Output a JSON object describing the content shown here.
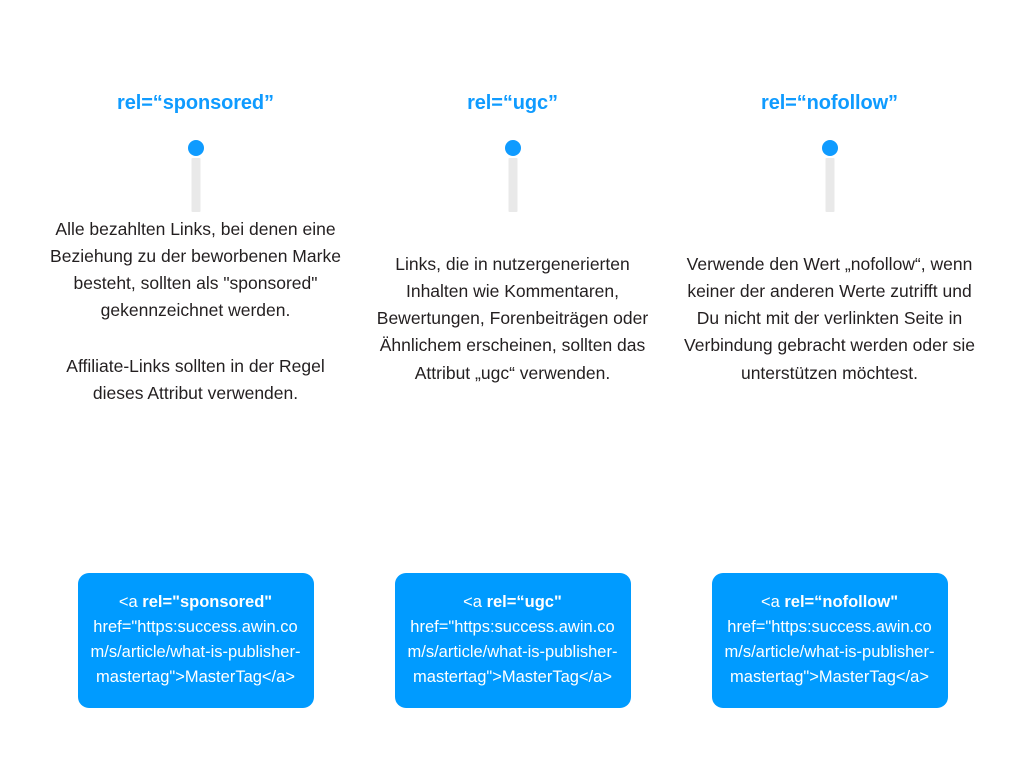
{
  "meta": {
    "topic": "HTML rel attribute values for links",
    "language": "de",
    "background_color": "#FFFFFF",
    "accent_color": "#0F9BFF",
    "box_color": "#009BFF",
    "line_color": "#E9E9E9",
    "text_color": "#231F20"
  },
  "columns": [
    {
      "id": "sponsored",
      "heading": "rel=“sponsored”",
      "paragraphs": [
        "Alle bezahlten Links, bei denen eine Beziehung zu der beworbenen Marke besteht, sollten als \"sponsored\" gekennzeichnet werden.",
        "Affiliate-Links sollten in der Regel dieses Attribut verwenden."
      ],
      "code": {
        "prefix": "<a ",
        "keyword": "rel=\"sponsored\"",
        "rest": " href=\"https:success.awin.com/s/article/what-is-publisher-mastertag\">MasterTag</a>"
      }
    },
    {
      "id": "ugc",
      "heading": "rel=“ugc”",
      "paragraphs": [
        "Links, die in nutzergenerierten Inhalten wie Kommentaren, Bewertungen, Forenbeiträgen oder Ähnlichem erscheinen, sollten das Attribut „ugc“ verwenden."
      ],
      "code": {
        "prefix": "<a ",
        "keyword": "rel=“ugc\"",
        "rest": " href=\"https:success.awin.com/s/article/what-is-publisher-mastertag\">MasterTag</a>"
      }
    },
    {
      "id": "nofollow",
      "heading": "rel=“nofollow”",
      "paragraphs": [
        "Verwende den Wert „nofollow“, wenn keiner der anderen Werte zutrifft und Du nicht mit der verlinkten Seite in Verbindung gebracht werden oder sie unterstützen möchtest."
      ],
      "code": {
        "prefix": "<a ",
        "keyword": "rel=“nofollow\"",
        "rest": " href=\"https:success.awin.com/s/article/what-is-publisher-mastertag\">MasterTag</a>"
      }
    }
  ]
}
